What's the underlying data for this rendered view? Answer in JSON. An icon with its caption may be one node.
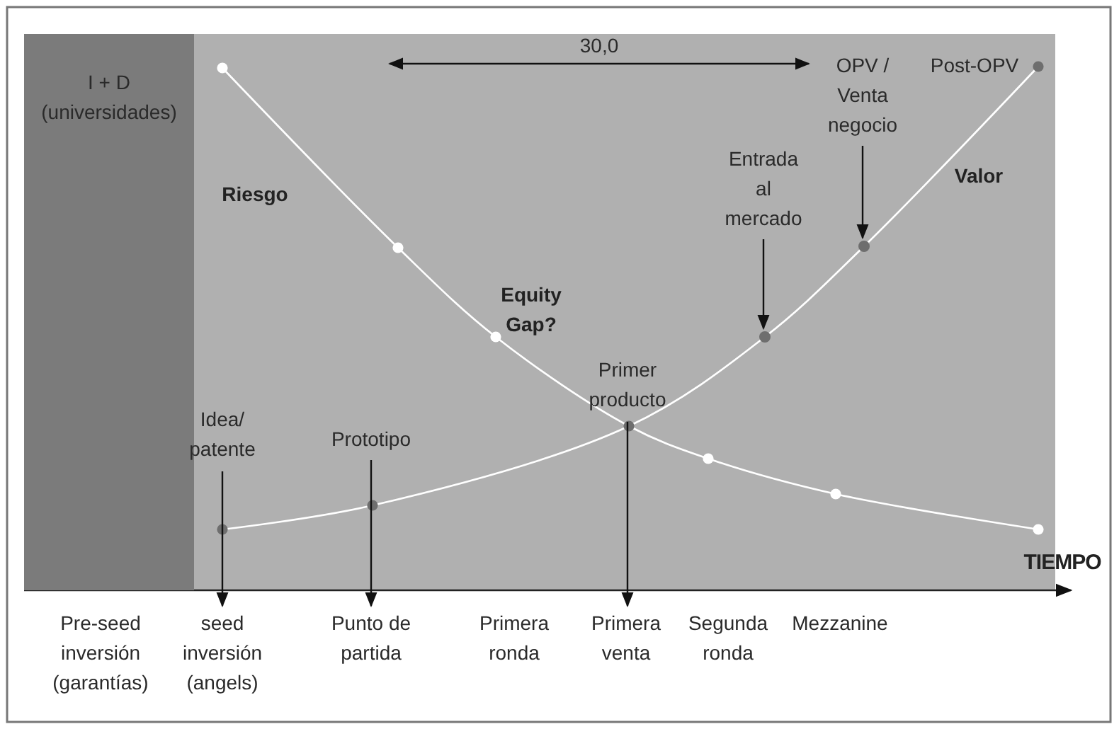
{
  "diagram": {
    "nodes": [
      {
        "text": [
          "I + D (universidades)"
        ]
      },
      {
        "text": [
          "OPV / Venta negocio"
        ]
      },
      {
        "text": [
          "Entrada al mercado"
        ]
      },
      {
        "text": [],
        "shape": "circle"
      },
      {
        "text": [],
        "shape": "circle"
      },
      {
        "text": [
          "Primer producto"
        ]
      },
      {
        "text": [
          "Idea/ patente"
        ]
      },
      {
        "text": [
          "Prototipo"
        ]
      },
      {
        "text": [
          "seed inversión (angels)"
        ]
      },
      {
        "text": [
          "Punto de partida"
        ]
      },
      {
        "text": [
          "Primera venta"
        ]
      }
    ],
    "edges": [
      {
        "from": null,
        "to": 1,
        "arrow": "both",
        "label": "30,0"
      },
      {
        "from": 1,
        "to": 3,
        "arrow": "to"
      },
      {
        "from": 2,
        "to": 4,
        "arrow": "to"
      },
      {
        "from": 6,
        "to": 8,
        "arrow": "to"
      },
      {
        "from": 7,
        "to": 9,
        "arrow": "to"
      },
      {
        "from": 5,
        "to": 10,
        "arrow": "to"
      }
    ],
    "labels": [
      "Post-OPV",
      "Riesgo",
      "Valor",
      "Equity Gap?",
      "TIEMPO",
      "Pre-seed inversión (garantías)",
      "Primera ronda",
      "Segunda ronda",
      "Mezzanine"
    ]
  }
}
